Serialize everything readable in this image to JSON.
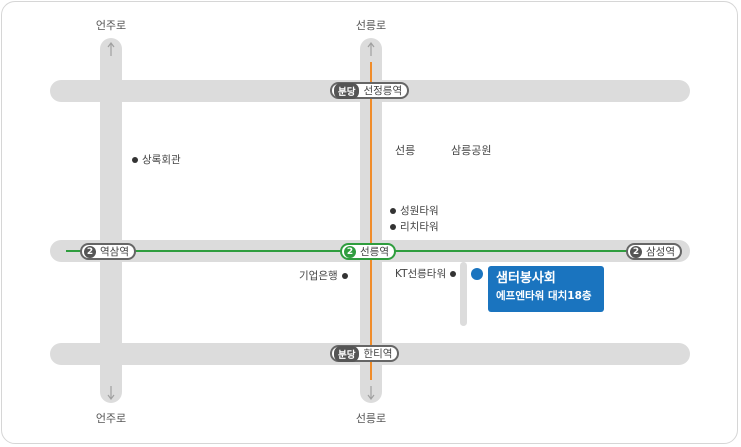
{
  "roads": {
    "eonju_top": "언주로",
    "eonju_bottom": "언주로",
    "seolleung_top": "선릉로",
    "seolleung_bottom": "선릉로"
  },
  "stations": {
    "seonjeongneung": {
      "line": "분당",
      "name": "선정릉역"
    },
    "hanti": {
      "line": "분당",
      "name": "한티역"
    },
    "yeoksam": {
      "line": "2",
      "name": "역삼역"
    },
    "seolleung": {
      "line": "2",
      "name": "선릉역"
    },
    "samseong": {
      "line": "2",
      "name": "삼성역"
    }
  },
  "landmarks": {
    "sangrok": "상록회관",
    "seolleung_area": "선릉",
    "samneung_park": "삼릉공원",
    "seongwon_tower": "성원타워",
    "rich_tower": "리치타워",
    "ibk": "기업은행",
    "kt_tower": "KT선릉타워"
  },
  "destination": {
    "name": "샘터봉사회",
    "address": "에프엔타워 대치18층"
  },
  "colors": {
    "road": "#dcdcdc",
    "line2": "#2f9d3e",
    "bundang": "#f08c2a",
    "marker": "#1a74bf",
    "arrow": "#a0a0a0"
  }
}
